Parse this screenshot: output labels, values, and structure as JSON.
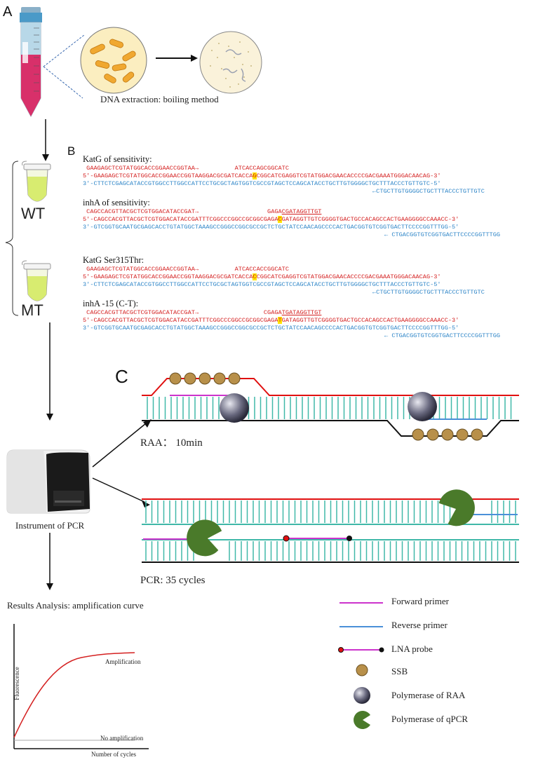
{
  "panels": {
    "a": "A",
    "b": "B",
    "c": "C"
  },
  "extraction_caption": "DNA extraction: boiling method",
  "tube_labels": {
    "wt": "WT",
    "mt": "MT"
  },
  "instrument_caption": "Instrument of PCR",
  "results_caption": "Results Analysis: amplification curve",
  "curve": {
    "ylabel": "Fluorescence",
    "xlabel": "Number of cycles",
    "amplification_label": "Amplification",
    "no_amplification_label": "No amplification"
  },
  "sequences": [
    {
      "title": "KatG of sensitivity:",
      "primer_fwd": "GAAGAGCTCGTATGGCACCGGAACCGGTAA→",
      "probe_pre": "ATCACCAG",
      "probe_hl": "",
      "probe_post": "CGGCATC",
      "top_pre": "5'-GAAGAGCTCGTATGGCACCGGAACCGGTAAGGACGCGATCACCA",
      "top_hl": "G",
      "top_post": "CGGCATCGAGGTCGTATGGACGAACACCCCGACGAAATGGGACAACAG-3'",
      "bottom": "3'-CTTCTCGAGCATACCGTGGCCTTGGCCATTCCTGCGCTAGTGGTCGCCGTAGCTCCAGCATACCTGCTTGTGGGGCTGCTTTACCCTGTTGTC-5'",
      "primer_rev": "←CTGCTTGTGGGGCTGCTTTACCCTGTTGTC"
    },
    {
      "title": "inhA of sensitivity:",
      "primer_fwd": "CAGCCACGTTACGCTCGTGGACATACCGAT→",
      "probe_pre": "GAGA",
      "probe_hl": "",
      "probe_post": "CGATAGGTTGT",
      "top_pre": "5'-CAGCCACGTTACGCTCGTGGACATACCGATTTCGGCCCGGCCGCGGCGAGA",
      "top_hl": "C",
      "top_post": "GATAGGTTGTCGGGGTGACTGCCACAGCCACTGAAGGGGCCAAACC-3'",
      "bottom": "3'-GTCGGTGCAATGCGAGCACCTGTATGGCTAAAGCCGGGCCGGCGCCGCTCTGCTATCCAACAGCCCCACTGACGGTGTCGGTGACTTCCCCGGTTTGG-5'",
      "primer_rev": "← CTGACGGTGTCGGTGACTTCCCCGGTTTGG"
    },
    {
      "title": "KatG Ser315Thr:",
      "primer_fwd": "GAAGAGCTCGTATGGCACCGGAACCGGTAA→",
      "probe_pre": "ATCACCACCGGCATC",
      "probe_hl": "",
      "probe_post": "",
      "top_pre": "5'-GAAGAGCTCGTATGGCACCGGAACCGGTAAGGACGCGATCACCA",
      "top_hl": "C",
      "top_post": "CGGCATCGAGGTCGTATGGACGAACACCCCGACGAAATGGGACAACAG-3'",
      "bottom": "3'-CTTCTCGAGCATACCGTGGCCTTGGCCATTCCTGCGCTAGTGGTCGCCGTAGCTCCAGCATACCTGCTTGTGGGGCTGCTTTACCCTGTTGTC-5'",
      "primer_rev": "←CTGCTTGTGGGGCTGCTTTACCCTGTTGTC"
    },
    {
      "title": "inhA -15 (C-T):",
      "primer_fwd": "CAGCCACGTTACGCTCGTGGACATACCGAT→",
      "probe_pre": "CGAGA",
      "probe_hl": "",
      "probe_post": "TGATAGGTTGT",
      "top_pre": "5'-CAGCCACGTTACGCTCGTGGACATACCGATTTCGGCCCGGCCGCGGCGAGA",
      "top_hl": "T",
      "top_post": "GATAGGTTGTCGGGGTGACTGCCACAGCCACTGAAGGGGCCAAACC-3'",
      "bottom": "3'-GTCGGTGCAATGCGAGCACCTGTATGGCTAAAGCCGGGCCGGCGCCGCTCTGCTATCCAACAGCCCCACTGACGGTGTCGGTGACTTCCCCGGTTTGG-5'",
      "primer_rev": "← CTGACGGTGTCGGTGACTTCCCCGGTTTGG"
    }
  ],
  "stages": {
    "raa": "RAA： 10min",
    "pcr": "PCR: 35 cycles"
  },
  "legend": [
    {
      "label": "Forward primer",
      "icon": "magenta-line"
    },
    {
      "label": "Reverse primer",
      "icon": "blue-line"
    },
    {
      "label": "LNA probe",
      "icon": "probe-line"
    },
    {
      "label": "SSB",
      "icon": "gold-sphere"
    },
    {
      "label": "Polymerase of RAA",
      "icon": "grey-sphere"
    },
    {
      "label": "Polymerase of qPCR",
      "icon": "green-pacman"
    }
  ],
  "colors": {
    "red_strand": "#e01010",
    "teal": "#40b8a8",
    "magenta": "#cc33cc",
    "blue": "#4a90d8",
    "green": "#4a7a2a",
    "seq_red": "#d42020",
    "seq_blue": "#2f86c8"
  }
}
